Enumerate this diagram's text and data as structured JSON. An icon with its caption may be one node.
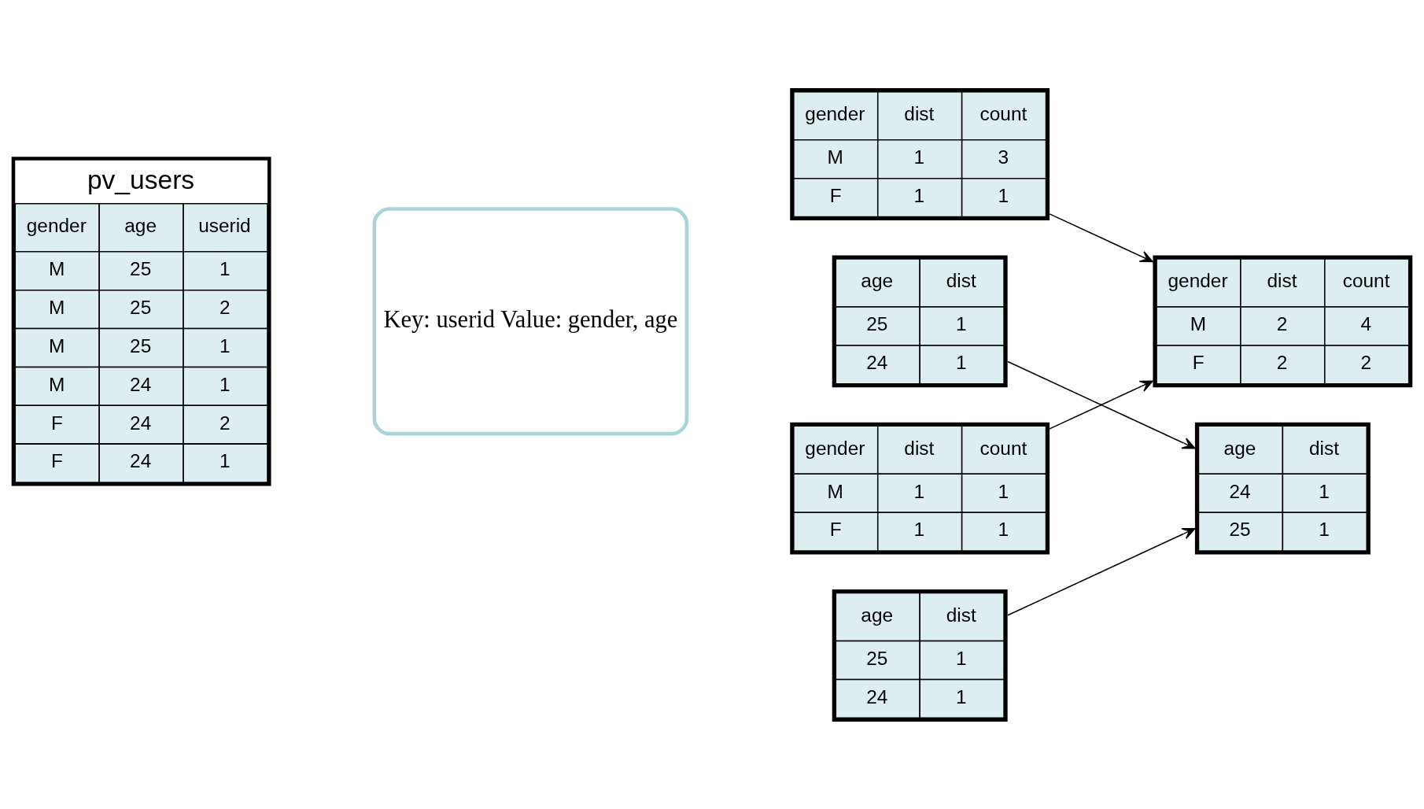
{
  "diagram": {
    "nodes": [
      {
        "text": [
          "pv_users",
          "gender",
          "age",
          "userid",
          "M",
          "25",
          "1",
          "M",
          "25",
          "2",
          "M",
          "25",
          "1",
          "M",
          "24",
          "1",
          "F",
          "24",
          "2",
          "F",
          "24",
          "1"
        ]
      },
      {
        "text": [
          "Key: userid Value: gender, age"
        ]
      },
      {
        "text": [
          "gender",
          "dist",
          "count",
          "M",
          "1",
          "3",
          "F",
          "1",
          "1"
        ]
      },
      {
        "text": [
          "age",
          "dist",
          "25",
          "1",
          "24",
          "1"
        ]
      },
      {
        "text": [
          "gender",
          "dist",
          "count",
          "M",
          "1",
          "1",
          "F",
          "1",
          "1"
        ]
      },
      {
        "text": [
          "age",
          "dist",
          "25",
          "1",
          "24",
          "1"
        ]
      },
      {
        "text": [
          "gender",
          "dist",
          "count",
          "M",
          "2",
          "4",
          "F",
          "2",
          "2"
        ]
      },
      {
        "text": [
          "age",
          "dist",
          "24",
          "1",
          "25",
          "1"
        ]
      }
    ],
    "edges": [
      {
        "from": 2,
        "to": 6,
        "arrow": "to"
      },
      {
        "from": 4,
        "to": 6,
        "arrow": "to"
      },
      {
        "from": 3,
        "to": 7,
        "arrow": "to"
      },
      {
        "from": 5,
        "to": 7,
        "arrow": "to"
      }
    ]
  }
}
